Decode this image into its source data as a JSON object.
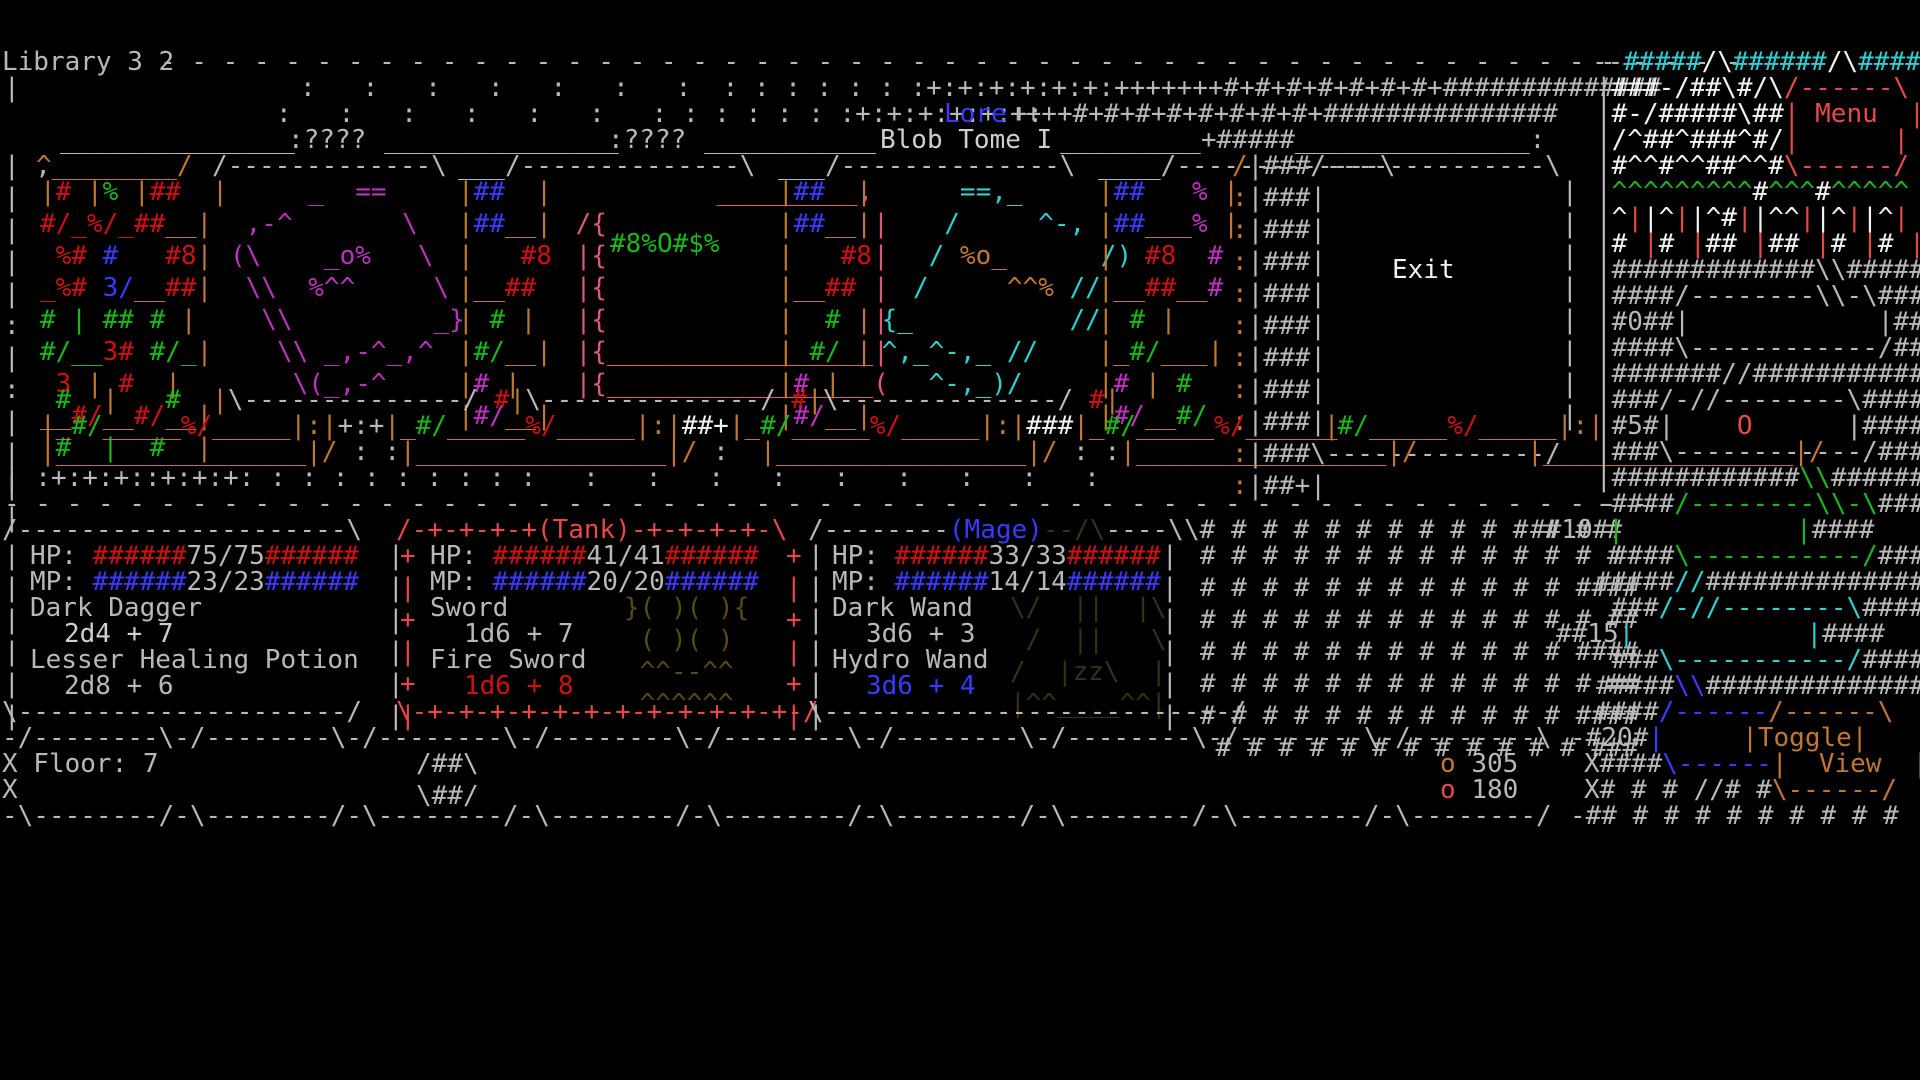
{
  "header": {
    "location": "Library 3 2",
    "lore_label": "Lore",
    "menu_label": "Menu"
  },
  "room": {
    "unknown_1": ":????",
    "unknown_2": ":????",
    "tome_label": "Blob Tome I",
    "exit_label": "Exit",
    "tome_art": "#8%O#$%"
  },
  "party": [
    {
      "role": "",
      "hp": "75/75",
      "mp": "23/23",
      "items": [
        {
          "name": "Dark Dagger",
          "dice": "2d4 + 7"
        },
        {
          "name": "Lesser Healing Potion",
          "dice": "2d8 + 6"
        }
      ]
    },
    {
      "role": "(Tank)",
      "hp": "41/41",
      "mp": "20/20",
      "items": [
        {
          "name": "Sword",
          "dice": "1d6 + 7"
        },
        {
          "name": "Fire Sword",
          "dice": "1d6 + 8"
        }
      ]
    },
    {
      "role": "(Mage)",
      "hp": "33/33",
      "mp": "14/14",
      "items": [
        {
          "name": "Dark Wand",
          "dice": "3d6 + 3"
        },
        {
          "name": "Hydro Wand",
          "dice": "3d6 + 4"
        }
      ]
    }
  ],
  "status": {
    "floor_label": "X Floor: 7",
    "x_marker": "X",
    "coins_a": "305",
    "coins_b": "180"
  },
  "side_panel": {
    "level_0": "#0##",
    "level_5": "#5#",
    "level_5_marker": "O",
    "level_10": "##10#",
    "level_15": "##15",
    "level_20": "-#20#",
    "toggle_line1": "Toggle",
    "toggle_line2": "View"
  },
  "colors": {
    "hp_bar": "#d01010",
    "mp_bar": "#3a3aff",
    "accent_role": "#e84848",
    "mage_role": "#4a4aff",
    "menu": "#e84848"
  }
}
